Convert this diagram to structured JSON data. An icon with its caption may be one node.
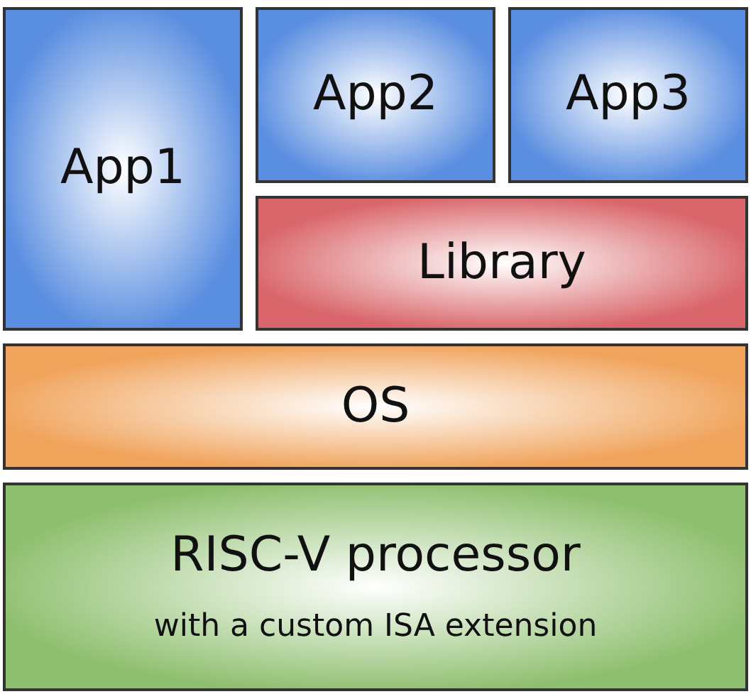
{
  "diagram": {
    "nodes": [
      {
        "text": [
          "App1"
        ]
      },
      {
        "text": [
          "App2"
        ]
      },
      {
        "text": [
          "App3"
        ]
      },
      {
        "text": [
          "Library"
        ]
      },
      {
        "text": [
          "OS"
        ]
      },
      {
        "text": [
          "RISC-V processor",
          "with a custom ISA extension"
        ]
      }
    ]
  }
}
